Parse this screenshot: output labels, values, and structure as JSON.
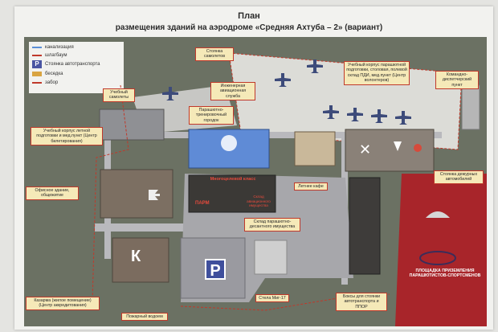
{
  "title": "План",
  "subtitle": "размещения зданий на аэродроме «Средняя Ахтуба – 2» (вариант)",
  "legend": [
    {
      "label": "канализация",
      "color": "#5b8fd6"
    },
    {
      "label": "шлагбаум",
      "color": "#c0392b"
    },
    {
      "label": "Стоянка автотранспорта",
      "icon": "P"
    },
    {
      "label": "беседка",
      "color": "#d9a441"
    },
    {
      "label": "забор",
      "color": "#c0392b"
    }
  ],
  "labels": {
    "plane_parking": "Стоянка самолетов",
    "training_planes": "Учебный самолеты",
    "engineering": "Инженерная авиационная служба",
    "parachute_town": "Парашютно-тренировочный городок",
    "training_corps": "Учебный корпус парашютной подготовки, столовая, полевой склад ПДИ, мед.пункт (Центр волонтеров)",
    "command_point": "Командно-диспетчерский пункт",
    "flight_corps": "Учебный корпус летной подготовки и мед.пункт (Центр билетирования)",
    "office": "Офисное здание, общежитие",
    "summer_cafe": "Летнее кафе",
    "duty_cars": "Стоянка дежурных автомобилей",
    "multipurpose_class": "Многоцелевой класс",
    "parm": "ПАРМ",
    "aviation_warehouse": "Склад авиационного имущества",
    "airborne_warehouse": "Склад парашютно-десантного имущества",
    "barracks": "Казарма (жилое помещение) (Центр аккредитования)",
    "fire_pond": "Пожарный водоем",
    "mig_stele": "Стела Миг-17",
    "boxes": "Боксы для стоянки автотранспорта и ППОР",
    "landing_area": "ПЛОЩАДКА ПРИЗЕМЛЕНИЯ ПАРАШЮТИСТОВ-СПОРТСМЕНОВ"
  },
  "marks": {
    "k_letter": "К",
    "p_letter": "P",
    "legend_p": "P"
  },
  "colors": {
    "grass": "#6b7163",
    "road": "#b9b9bd",
    "label_bg": "#f5e9b8",
    "accent": "#c0392b",
    "landing": "#a8252a"
  }
}
